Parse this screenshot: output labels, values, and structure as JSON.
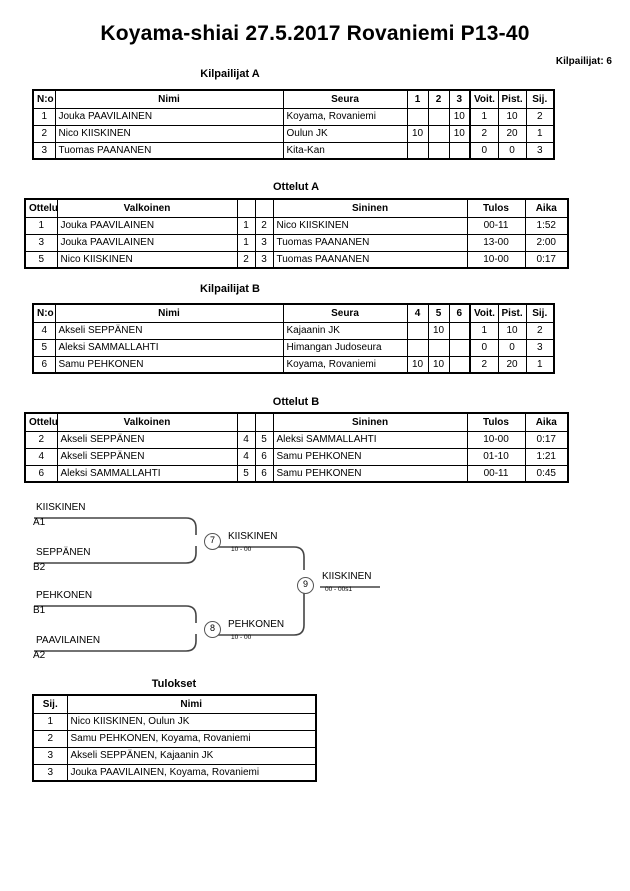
{
  "header": {
    "title": "Koyama-shiai  27.5.2017  Rovaniemi   P13-40",
    "entrants": "Kilpailijat: 6"
  },
  "pools": [
    {
      "caption": "Kilpailijat A",
      "columns": [
        "N:o",
        "Nimi",
        "Seura",
        "1",
        "2",
        "3",
        "Voit.",
        "Pist.",
        "Sij."
      ],
      "rows": [
        {
          "no": "1",
          "name": "Jouka PAAVILAINEN",
          "club": "Koyama, Rovaniemi",
          "m1": "",
          "m2": "",
          "m3": "10",
          "wins": "1",
          "points": "10",
          "rank": "2"
        },
        {
          "no": "2",
          "name": "Nico KIISKINEN",
          "club": "Oulun JK",
          "m1": "10",
          "m2": "",
          "m3": "10",
          "wins": "2",
          "points": "20",
          "rank": "1"
        },
        {
          "no": "3",
          "name": "Tuomas PAANANEN",
          "club": "Kita-Kan",
          "m1": "",
          "m2": "",
          "m3": "",
          "wins": "0",
          "points": "0",
          "rank": "3"
        }
      ]
    },
    {
      "caption": "Kilpailijat B",
      "columns": [
        "N:o",
        "Nimi",
        "Seura",
        "4",
        "5",
        "6",
        "Voit.",
        "Pist.",
        "Sij."
      ],
      "rows": [
        {
          "no": "4",
          "name": "Akseli SEPPÄNEN",
          "club": "Kajaanin JK",
          "m1": "",
          "m2": "10",
          "m3": "",
          "wins": "1",
          "points": "10",
          "rank": "2"
        },
        {
          "no": "5",
          "name": "Aleksi SAMMALLAHTI",
          "club": "Himangan Judoseura",
          "m1": "",
          "m2": "",
          "m3": "",
          "wins": "0",
          "points": "0",
          "rank": "3"
        },
        {
          "no": "6",
          "name": "Samu PEHKONEN",
          "club": "Koyama, Rovaniemi",
          "m1": "10",
          "m2": "10",
          "m3": "",
          "wins": "2",
          "points": "20",
          "rank": "1"
        }
      ]
    }
  ],
  "matches": [
    {
      "caption": "Ottelut A",
      "columns": [
        "Ottelu",
        "Valkoinen",
        "",
        "",
        "Sininen",
        "Tulos",
        "Aika"
      ],
      "rows": [
        {
          "no": "1",
          "white": "Jouka PAAVILAINEN",
          "wno": "1",
          "bno": "2",
          "blue": "Nico KIISKINEN",
          "result": "00-11",
          "time": "1:52"
        },
        {
          "no": "3",
          "white": "Jouka PAAVILAINEN",
          "wno": "1",
          "bno": "3",
          "blue": "Tuomas PAANANEN",
          "result": "13-00",
          "time": "2:00"
        },
        {
          "no": "5",
          "white": "Nico KIISKINEN",
          "wno": "2",
          "bno": "3",
          "blue": "Tuomas PAANANEN",
          "result": "10-00",
          "time": "0:17"
        }
      ]
    },
    {
      "caption": "Ottelut B",
      "columns": [
        "Ottelu",
        "Valkoinen",
        "",
        "",
        "Sininen",
        "Tulos",
        "Aika"
      ],
      "rows": [
        {
          "no": "2",
          "white": "Akseli SEPPÄNEN",
          "wno": "4",
          "bno": "5",
          "blue": "Aleksi SAMMALLAHTI",
          "result": "10-00",
          "time": "0:17"
        },
        {
          "no": "4",
          "white": "Akseli SEPPÄNEN",
          "wno": "4",
          "bno": "6",
          "blue": "Samu PEHKONEN",
          "result": "01-10",
          "time": "1:21"
        },
        {
          "no": "6",
          "white": "Aleksi SAMMALLAHTI",
          "wno": "5",
          "bno": "6",
          "blue": "Samu PEHKONEN",
          "result": "00-11",
          "time": "0:45"
        }
      ]
    }
  ],
  "bracket": {
    "entries": [
      {
        "name": "KIISKINEN",
        "seed": "A1"
      },
      {
        "name": "SEPPÄNEN",
        "seed": "B2"
      },
      {
        "name": "PEHKONEN",
        "seed": "B1"
      },
      {
        "name": "PAAVILAINEN",
        "seed": "A2"
      }
    ],
    "semifinals": [
      {
        "node": "7",
        "winner": "KIISKINEN",
        "score": "10 - 00"
      },
      {
        "node": "8",
        "winner": "PEHKONEN",
        "score": "10 - 00"
      }
    ],
    "final": {
      "node": "9",
      "winner": "KIISKINEN",
      "score": "00 - 00s1"
    }
  },
  "results": {
    "caption": "Tulokset",
    "columns": [
      "Sij.",
      "Nimi"
    ],
    "rows": [
      {
        "rank": "1",
        "name": "Nico KIISKINEN, Oulun JK"
      },
      {
        "rank": "2",
        "name": "Samu PEHKONEN, Koyama, Rovaniemi"
      },
      {
        "rank": "3",
        "name": "Akseli SEPPÄNEN, Kajaanin JK"
      },
      {
        "rank": "3",
        "name": "Jouka PAAVILAINEN, Koyama, Rovaniemi"
      }
    ]
  }
}
